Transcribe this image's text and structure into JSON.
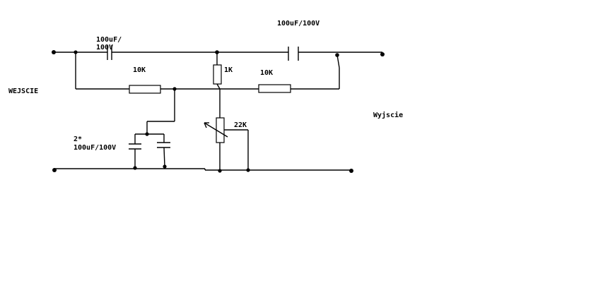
{
  "schematic": {
    "labels": {
      "input": "WEJSCIE",
      "output": "Wyjscie",
      "cap_input_line1": "100uF/",
      "cap_input_line2": "100V",
      "cap_output": "100uF/100V",
      "res_left": "10K",
      "res_right": "10K",
      "res_top": "1K",
      "pot": "22K",
      "cap_pair_line1": "2*",
      "cap_pair_line2": "100uF/100V"
    },
    "colors": {
      "wire": "#000000",
      "background": "#ffffff"
    }
  }
}
